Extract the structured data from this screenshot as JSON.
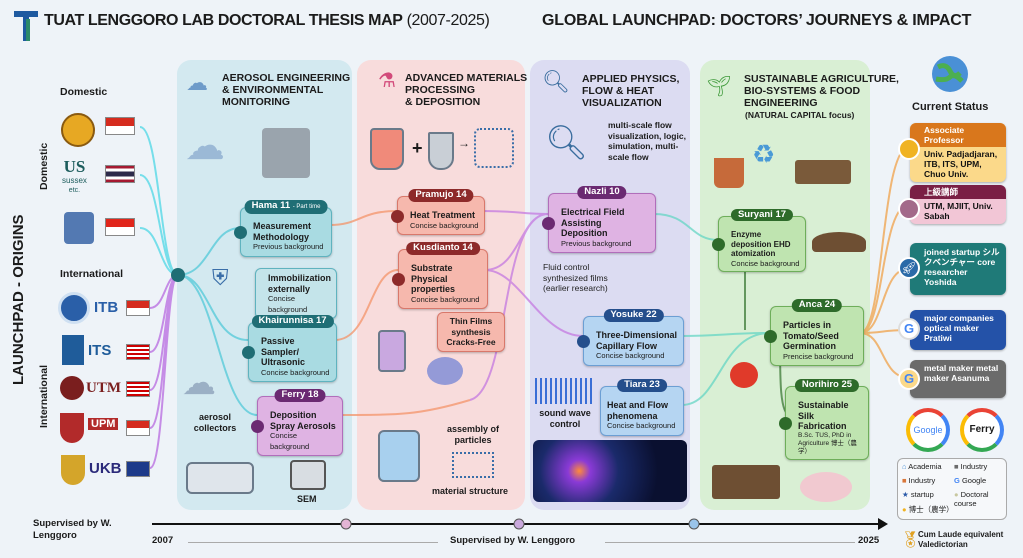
{
  "header": {
    "title": "TUAT LENGGORO LAB DOCTORAL THESIS MAP",
    "years": "(2007-2025)",
    "right_title": "GLOBAL LAUNCHPAD: DOCTORS’ JOURNEYS & IMPACT"
  },
  "origins": {
    "side_label": "LAUNCHPAD - ORIGINS",
    "domestic": "Domestic",
    "domestic_vert": "Domestic",
    "international": "International",
    "international_vert": "International",
    "sussex_logo": "US",
    "sussex_text": "sussex",
    "sussex_etc": "etc.",
    "intl": [
      {
        "name": "ITB"
      },
      {
        "name": "ITS"
      },
      {
        "name": "UTM"
      },
      {
        "name": "UPM"
      },
      {
        "name": "UKB"
      }
    ]
  },
  "panels": [
    {
      "title": "AEROSOL ENGINEERING\n& ENVIRONMENTAL\nMONITORING",
      "color": "#d3e9f0"
    },
    {
      "title": "ADVANCED MATERIALS\nPROCESSING\n& DEPOSITION",
      "color": "#f8dcdc"
    },
    {
      "title": "APPLIED PHYSICS,\nFLOW & HEAT\nVISUALIZATION",
      "color": "#dcdcf2"
    },
    {
      "title": "SUSTAINABLE AGRICULTURE,\nBIO-SYSTEMS & FOOD\nENGINEERING",
      "subtitle": "(NATURAL CAPITAL focus)",
      "color": "#d9efd4"
    }
  ],
  "cards": {
    "hama": {
      "tag": "Hama 11",
      "tag_note": "- Part time",
      "title": "Measurement Methodology",
      "sub": "Previous background"
    },
    "immob": {
      "title": "Immobilization externally",
      "sub": "Concise background"
    },
    "khair": {
      "tag": "Khairunnisa 17",
      "title": "Passive Sampler/ Ultrasonic",
      "sub": "Concise background"
    },
    "ferry": {
      "tag": "Ferry 18",
      "title": "Deposition Spray Aerosols",
      "sub": "Concise background"
    },
    "pramujo": {
      "tag": "Pramujo 14",
      "title": "Heat Treatment",
      "sub": "Concise background"
    },
    "kusdianto": {
      "tag": "Kusdianto 14",
      "title": "Substrate Physical properties",
      "sub": "Concise background"
    },
    "thin": {
      "title": "Thin Films synthesis Cracks-Free"
    },
    "nazli": {
      "tag": "Nazli 10",
      "title": "Electrical Field Assisting Deposition",
      "sub": "Previous background"
    },
    "yosuke": {
      "tag": "Yosuke 22",
      "title": "Three-Dimensional Capillary Flow",
      "sub": "Concise background"
    },
    "tiara": {
      "tag": "Tiara 23",
      "title": "Heat and Flow phenomena",
      "sub": "Concise background"
    },
    "suryani": {
      "tag": "Suryani 17",
      "title": "Enzyme deposition EHD atomization",
      "sub": "Concise background"
    },
    "anca": {
      "tag": "Anca 24",
      "title": "Particles in Tomato/Seed Germination",
      "sub": "Prencise background"
    },
    "norihiro": {
      "tag": "Norihiro 25",
      "title": "Sustainable Silk Fabrication",
      "sub": "B.Sc. TUS, PhD in Agriculture 博士（農学）"
    }
  },
  "notes": {
    "aerosol": "aerosol collectors",
    "sem": "SEM",
    "assembly": "assembly of particles",
    "material": "material structure",
    "multiscale": "multi-scale flow visualization, logic, simulation, multi-scale flow",
    "fluid": "Fluid control synthesized films (earlier research)",
    "sound": "sound wave control"
  },
  "status": {
    "title": "Current Status",
    "items": [
      {
        "header": "Associate Professor",
        "body": "Univ. Padjadjaran, ITB, ITS, UPM, Chuo Univ.",
        "color": "#d9771c"
      },
      {
        "header": "上級講師",
        "body": "UTM, MJIIT, Univ. Sabah",
        "color": "#7a1f45"
      },
      {
        "header": "",
        "body": "joined startup シルクベンチャー core researcher Yoshida",
        "color": "#1f7a78"
      },
      {
        "header": "",
        "body": "major companies optical maker Pratiwi",
        "color": "#2452a8"
      },
      {
        "header": "",
        "body": "metal maker metal maker Asanuma",
        "color": "#6b6b6b"
      }
    ],
    "google": "Google",
    "ferry": "Ferry"
  },
  "legend": {
    "academia": "Academia",
    "industry1": "Industry",
    "industry2": "Industry",
    "google": "Google",
    "startup": "startup",
    "doctoral": "Doctoral course",
    "hakushi": "博士（農学）"
  },
  "award": "Cum Laude equivalent Valedictorian",
  "timeline": {
    "left_label": "Supervised by W. Lenggoro",
    "start": "2007",
    "end": "2025",
    "center": "Supervised by W. Lenggoro"
  }
}
